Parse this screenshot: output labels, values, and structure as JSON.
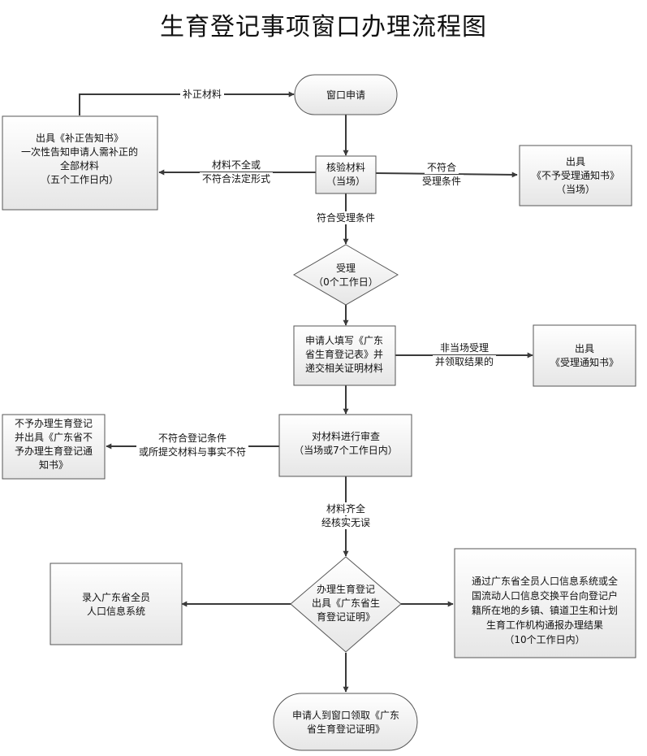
{
  "title": "生育登记事项窗口办理流程图",
  "nodes": {
    "start": [
      "窗口申请"
    ],
    "check": [
      "核验材料",
      "（当场）"
    ],
    "correction_notice": [
      "出具《补正告知书》",
      "一次性告知申请人需补正的",
      "全部材料",
      "（五个工作日内）"
    ],
    "reject_notice": [
      "出具",
      "《不予受理通知书》",
      "（当场）"
    ],
    "accept": [
      "受理",
      "（0个工作日）"
    ],
    "fill_form": [
      "申请人填写《广东",
      "省生育登记表》并",
      "递交相关证明材料"
    ],
    "accept_notice": [
      "出具",
      "《受理通知书》"
    ],
    "review": [
      "对材料进行审查",
      "（当场或7个工作日内）"
    ],
    "not_register": [
      "不予办理生育登记",
      "并出具《广东省不",
      "予办理生育登记通",
      "知书》"
    ],
    "register": [
      "办理生育登记",
      "出具《广东省生",
      "育登记证明》"
    ],
    "enter_system": [
      "录入广东省全员",
      "人口信息系统"
    ],
    "notify": [
      "通过广东省全员人口信息系统或全",
      "国流动人口信息交换平台向登记户",
      "籍所在地的乡镇、镇道卫生和计划",
      "生育工作机构通报办理结果",
      "（10个工作日内）"
    ],
    "collect": [
      "申请人到窗口领取《广东",
      "省生育登记证明》"
    ]
  },
  "edge_labels": {
    "supplement": [
      "补正材料"
    ],
    "incomplete": [
      "材料不全或",
      "不符合法定形式"
    ],
    "not_qualified": [
      "不符合",
      "受理条件"
    ],
    "qualified": [
      "符合受理条件"
    ],
    "not_on_spot": [
      "非当场受理",
      "并领取结果的"
    ],
    "not_compliant": [
      "不符合登记条件",
      "或所提交材料与事实不符"
    ],
    "verified": [
      "材料齐全",
      "经核实无误"
    ]
  }
}
